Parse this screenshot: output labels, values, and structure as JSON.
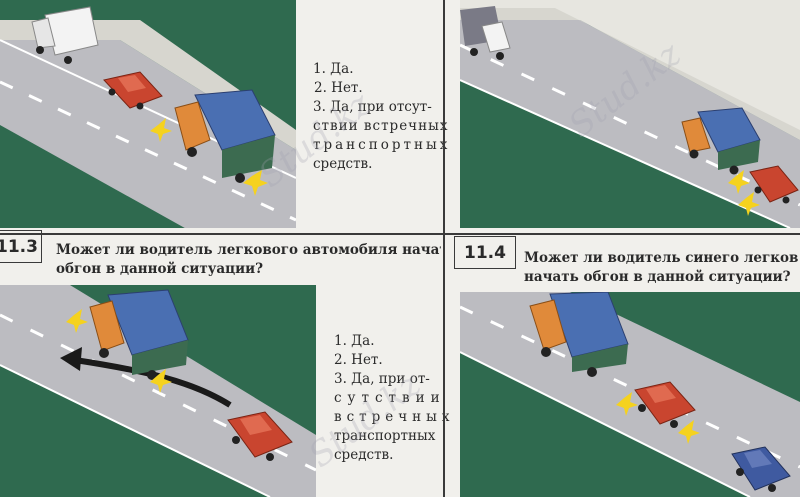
{
  "q11_2": {
    "answers": [
      "1. Да.",
      "2. Нет.",
      "3. Да, при отсут-",
      "ствии встречных",
      "транспортных",
      "средств."
    ]
  },
  "q11_3": {
    "number": "11.3",
    "question_line1": "Может ли водитель легкового автомобиля начать",
    "question_line2": "обгон в данной ситуации?",
    "answers": [
      "1. Да.",
      "2. Нет.",
      "3. Да, при от-",
      "сутствии",
      "встречных",
      "транспортных",
      "средств."
    ]
  },
  "q11_4": {
    "number": "11.4",
    "question_line1": "Может ли водитель синего легков",
    "question_line2": "начать обгон в данной ситуации?"
  },
  "watermark_text": "Stud.kz",
  "colors": {
    "grass": "#2f6a4f",
    "road": "#bdbdc2",
    "truck_cargo": "#4a6fb2",
    "truck_cab": "#e08a3a",
    "red_car": "#c9452f",
    "blue_car": "#3f5aa0",
    "blinker": "#f5d21e"
  }
}
